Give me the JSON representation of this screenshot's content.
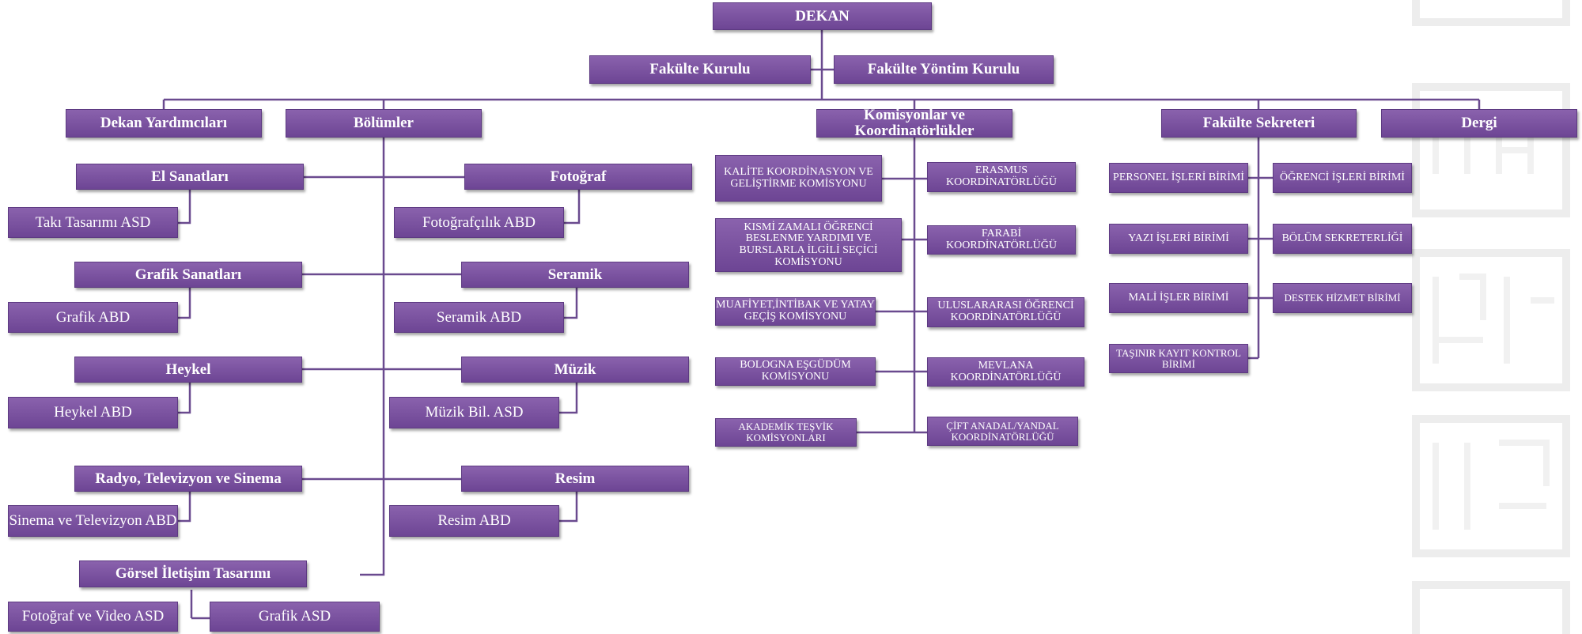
{
  "top": {
    "dean": "DEKAN",
    "faculty_board": "Fakülte Kurulu",
    "faculty_exec_board": "Fakülte Yöntim Kurulu"
  },
  "level2": {
    "vice_deans": "Dekan Yardımcıları",
    "departments": "Bölümler",
    "commissions": "Komisyonlar ve Koordinatörlükler",
    "secretary": "Fakülte Sekreteri",
    "journal": "Dergi"
  },
  "departments": {
    "el_sanatlari": "El Sanatları",
    "taki": "Takı Tasarımı ASD",
    "grafik_sanatlari": "Grafik Sanatları",
    "grafik_abd": "Grafik  ABD",
    "heykel": "Heykel",
    "heykel_abd": "Heykel  ABD",
    "rtvs": "Radyo, Televizyon ve Sinema",
    "sinema_tv": "Sinema  ve Televizyon ABD",
    "git": "Görsel İletişim Tasarımı",
    "foto_video": "Fotoğraf ve Video ASD",
    "grafik_asd": "Grafik  ASD",
    "fotograf": "Fotoğraf",
    "fotografcilik": "Fotoğrafçılık ABD",
    "seramik": "Seramik",
    "seramik_abd": "Seramik  ABD",
    "muzik": "Müzik",
    "muzik_asd": "Müzik  Bil.  ASD",
    "resim": "Resim",
    "resim_abd": "Resim ABD"
  },
  "commissions": {
    "kalite": "KALİTE KOORDİNASYON VE GELİŞTİRME KOMİSYONU",
    "kismi": "KISMİ ZAMALI ÖĞRENCİ BESLENME YARDIMI VE BURSLARLA İLGİLİ SEÇİCİ KOMİSYONU",
    "muafiyet": "MUAFİYET,İNTİBAK VE YATAY GEÇİŞ KOMİSYONU",
    "bologna": "BOLOGNA EŞGÜDÜM KOMİSYONU",
    "akademik": "AKADEMİK TEŞVİK KOMİSYONLARI",
    "erasmus": "ERASMUS KOORDİNATÖRLÜĞÜ",
    "farabi": "FARABİ KOORDİNATÖRLÜĞÜ",
    "uluslararasi": "ULUSLARARASI ÖĞRENCİ KOORDİNATÖRLÜĞÜ",
    "mevlana": "MEVLANA KOORDİNATÖRLÜĞÜ",
    "cift_anadal": "ÇİFT ANADAL/YANDAL KOORDİNATÖRLÜĞÜ"
  },
  "secretariat": {
    "personel": "PERSONEL İŞLERİ BİRİMİ",
    "yazi": "YAZI  İŞLERİ BİRİMİ",
    "mali": "MALİ  İŞLER BİRİMİ",
    "tasinir": "TAŞINIR KAYIT KONTROL BİRİMİ",
    "ogrenci": "ÖĞRENCİ  İŞLERİ BİRİMİ",
    "bolum_sek": "BÖLÜM SEKRETERLİĞİ",
    "destek": "DESTEK  HİZMET BİRİMİ"
  },
  "colors": {
    "box_top": "#8a62ad",
    "box_bottom": "#6d4594",
    "line": "#6a4a8f",
    "watermark": "#eeeeee"
  }
}
